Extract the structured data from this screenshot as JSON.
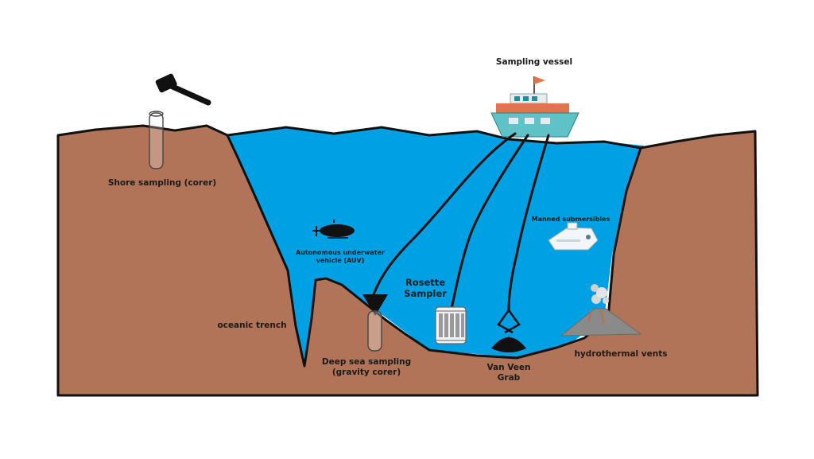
{
  "labels": {
    "vessel": "Sampling vessel",
    "shore": "Shore sampling (corer)",
    "auv_line1": "Autonomous underwater",
    "auv_line2": "vehicle (AUV)",
    "manned": "Manned submersibles",
    "rosette_line1": "Rosette",
    "rosette_line2": "Sampler",
    "trench": "oceanic trench",
    "deep_line1": "Deep sea sampling",
    "deep_line2": "(gravity corer)",
    "grab_line1": "Van Veen",
    "grab_line2": "Grab",
    "vents": "hydrothermal vents"
  },
  "colors": {
    "water": "#00a0e4",
    "land": "#b27458",
    "outline": "#111111",
    "hull": "#5ec2c6",
    "cabin": "#e7ecef",
    "accent": "#e2744b",
    "volcano": "#8a8a8a"
  },
  "icons": [
    "hammer-icon",
    "corer-tube-icon",
    "ship-icon",
    "auv-icon",
    "submersible-icon",
    "rosette-sampler-icon",
    "gravity-corer-icon",
    "van-veen-grab-icon",
    "volcano-icon"
  ]
}
